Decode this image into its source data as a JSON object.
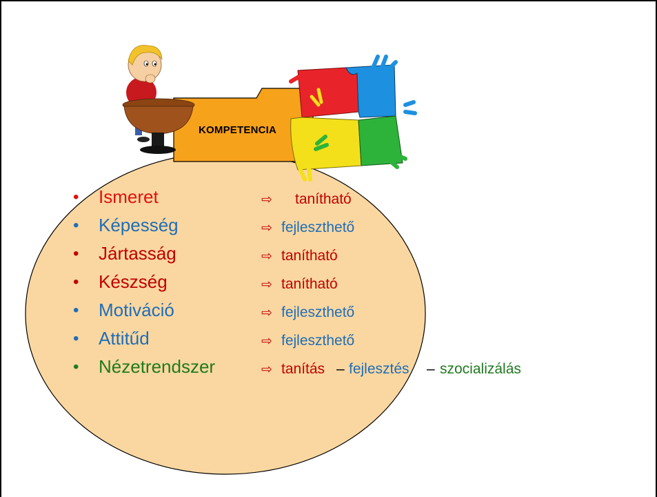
{
  "banner": {
    "title": "KOMPETENCIA"
  },
  "items": [
    {
      "term": "Ismeret",
      "arrow": "⇨",
      "value": "tanítható"
    },
    {
      "term": "Képesség",
      "arrow": "⇨",
      "value": "fejleszthető"
    },
    {
      "term": "Jártasság",
      "arrow": "⇨",
      "value": "tanítható"
    },
    {
      "term": "Készség",
      "arrow": "⇨",
      "value": "tanítható"
    },
    {
      "term": "Motiváció",
      "arrow": "⇨",
      "value": "fejleszthető"
    },
    {
      "term": "Attitűd",
      "arrow": "⇨",
      "value": "fejleszthető"
    },
    {
      "term": "Nézetrendszer",
      "arrow": "⇨",
      "parts": [
        "tanítás",
        "–",
        "fejlesztés",
        "–",
        "szocializálás"
      ]
    }
  ],
  "bullet": "•",
  "colors": {
    "ellipse": "#FAD7A0",
    "banner": "#F7A21B",
    "term_red": "#E01010",
    "dark_red": "#C00000",
    "blue": "#1F6DB8",
    "green": "#1F7A1F",
    "puzzle": [
      "#E8242A",
      "#1E90E0",
      "#F4E01A",
      "#2DB33A"
    ]
  },
  "icons": [
    "boy-at-desk-icon",
    "puzzle-hands-icon",
    "arrow-right-icon"
  ]
}
